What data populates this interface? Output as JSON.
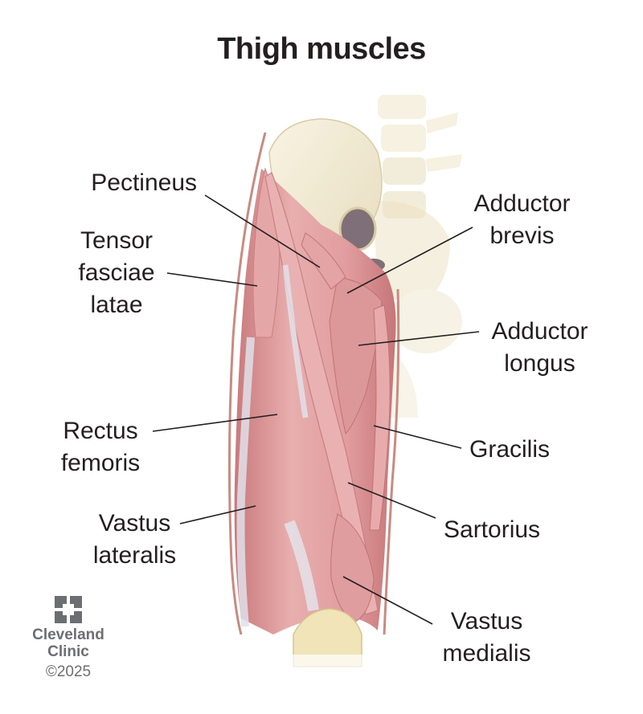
{
  "title": "Thigh muscles",
  "labels": {
    "pectineus": "Pectineus",
    "tensor_fasciae_latae": "Tensor\nfasciae\nlatae",
    "rectus_femoris": "Rectus\nfemoris",
    "vastus_lateralis": "Vastus\nlateralis",
    "adductor_brevis": "Adductor\nbrevis",
    "adductor_longus": "Adductor\nlongus",
    "gracilis": "Gracilis",
    "sartorius": "Sartorius",
    "vastus_medialis": "Vastus\nmedialis"
  },
  "logo": {
    "line1": "Cleveland",
    "line2": "Clinic",
    "copyright": "©2025"
  },
  "colors": {
    "muscle": "#e3a3a3",
    "muscle_dark": "#c97a7c",
    "tendon": "#dfe1ea",
    "bone": "#f2ead2",
    "logo_gray": "#6d6e71"
  }
}
